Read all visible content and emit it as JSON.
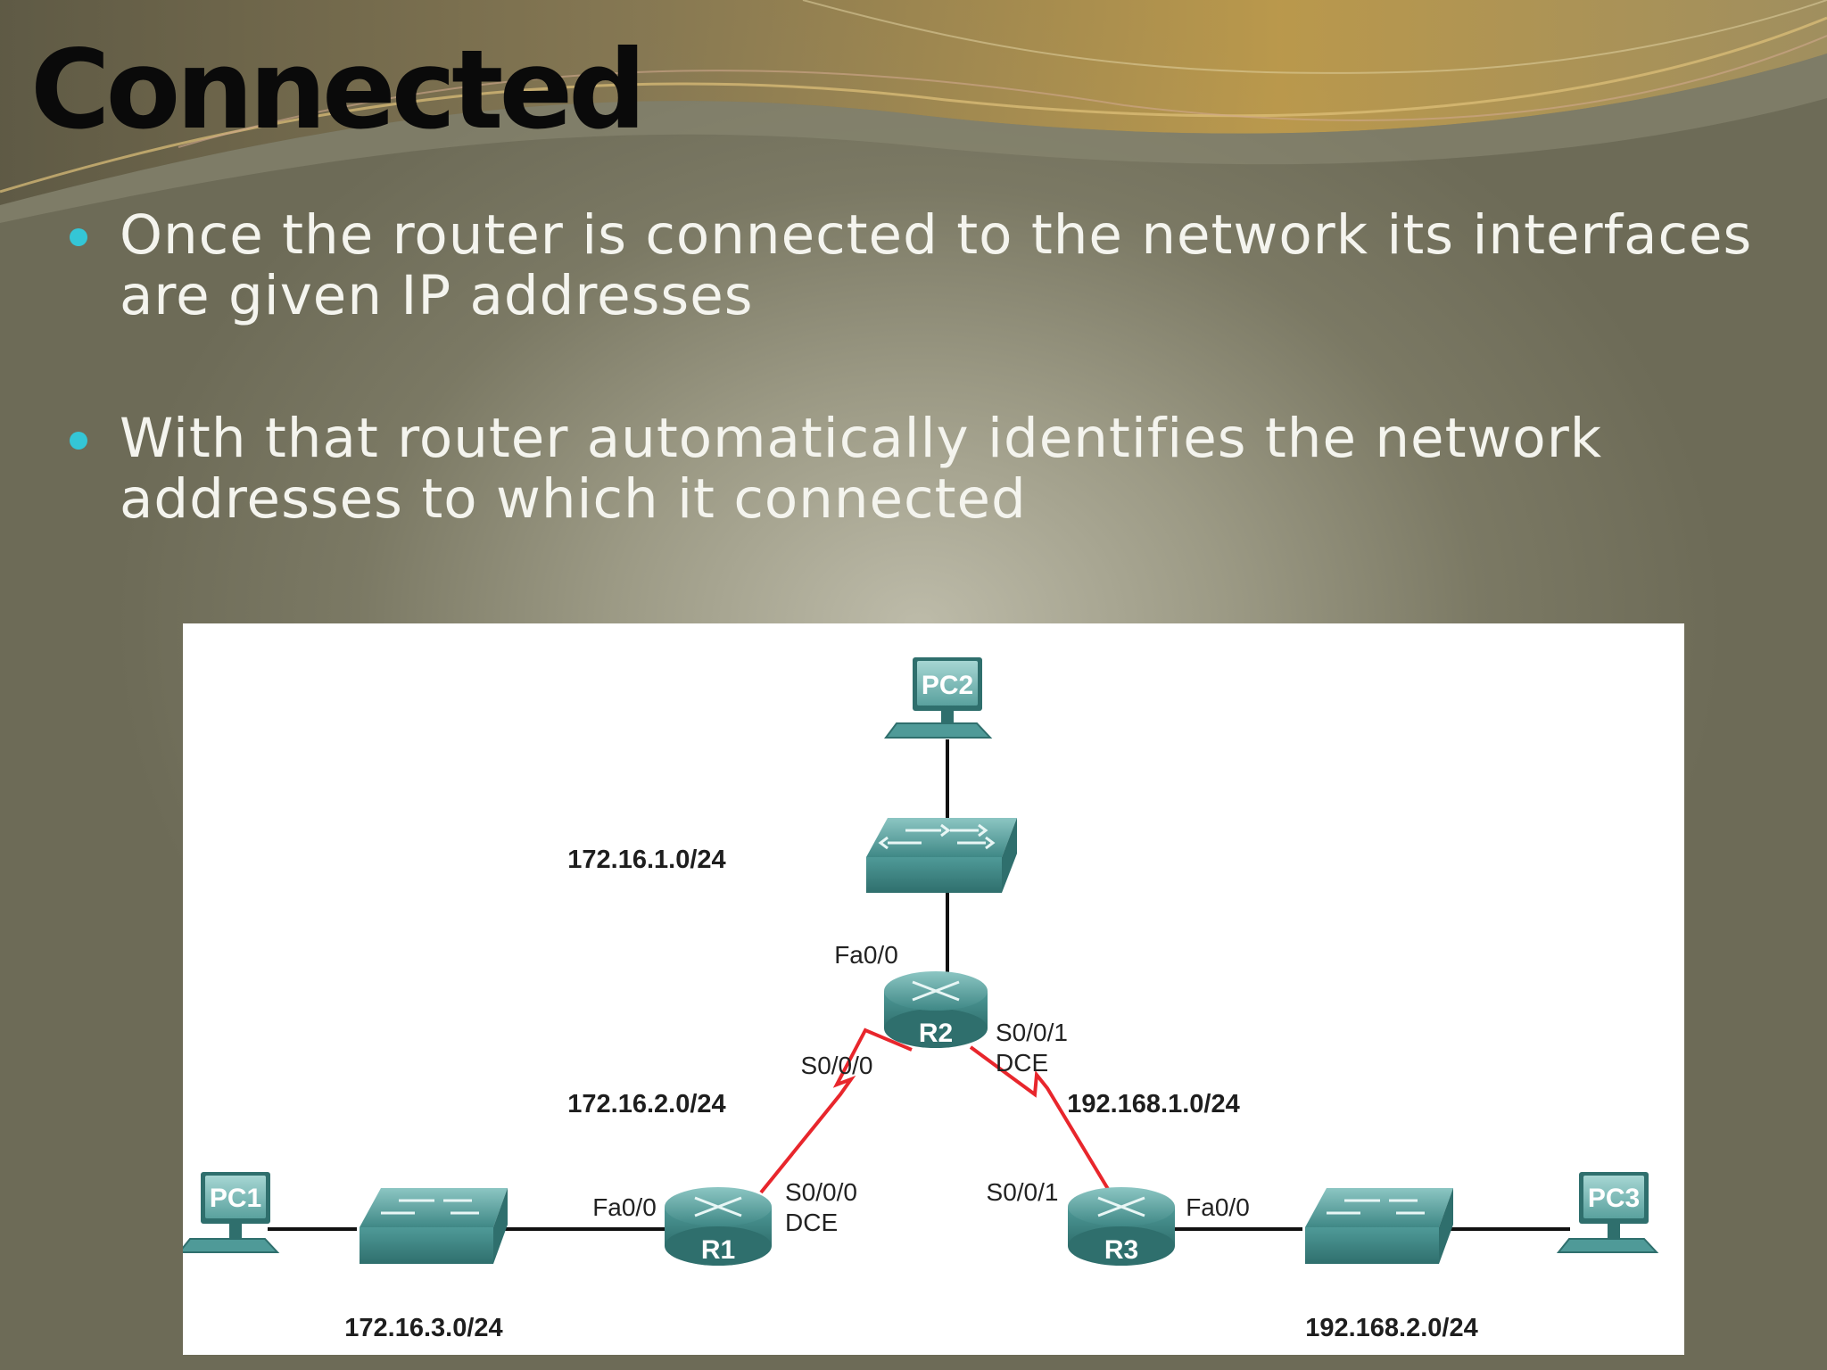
{
  "slide": {
    "title": "Connected",
    "bullets": [
      "Once the router is connected to the network its interfaces are given IP addresses",
      "With that router automatically identifies the network addresses to which it connected"
    ],
    "bullet_color": "#34c6d6"
  },
  "diagram": {
    "devices": {
      "pc1": "PC1",
      "pc2": "PC2",
      "pc3": "PC3",
      "r1": "R1",
      "r2": "R2",
      "r3": "R3"
    },
    "networks": {
      "lan_r2": "172.16.1.0/24",
      "wan_r1_r2": "172.16.2.0/24",
      "wan_r2_r3": "192.168.1.0/24",
      "lan_r1": "172.16.3.0/24",
      "lan_r3": "192.168.2.0/24"
    },
    "interfaces": {
      "r2_fa": "Fa0/0",
      "r2_s000": "S0/0/0",
      "r2_s001": "S0/0/1",
      "r2_s001_dce": "DCE",
      "r1_fa": "Fa0/0",
      "r1_s000": "S0/0/0",
      "r1_s000_dce": "DCE",
      "r3_s001": "S0/0/1",
      "r3_fa": "Fa0/0"
    },
    "colors": {
      "device": "#4f9a98",
      "serial_link": "#e8262c",
      "ethernet_link": "#111111"
    }
  }
}
